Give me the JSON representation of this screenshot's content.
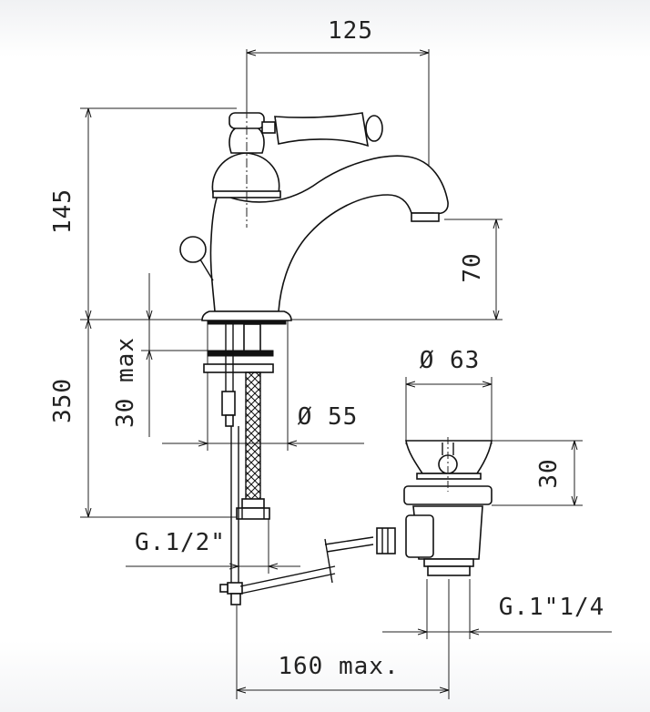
{
  "dimensions": {
    "width_top": "125",
    "height_total": "145",
    "spout_height": "70",
    "below_deck": "350",
    "deck_thickness": "30 max",
    "hole_diameter": "Ø 55",
    "waste_diameter": "Ø 63",
    "waste_height": "30",
    "inlet_thread": "G.1/2\"",
    "waste_thread": "G.1\"1/4",
    "rod_length": "160 max."
  },
  "colors": {
    "line": "#111111",
    "text": "#222222"
  }
}
